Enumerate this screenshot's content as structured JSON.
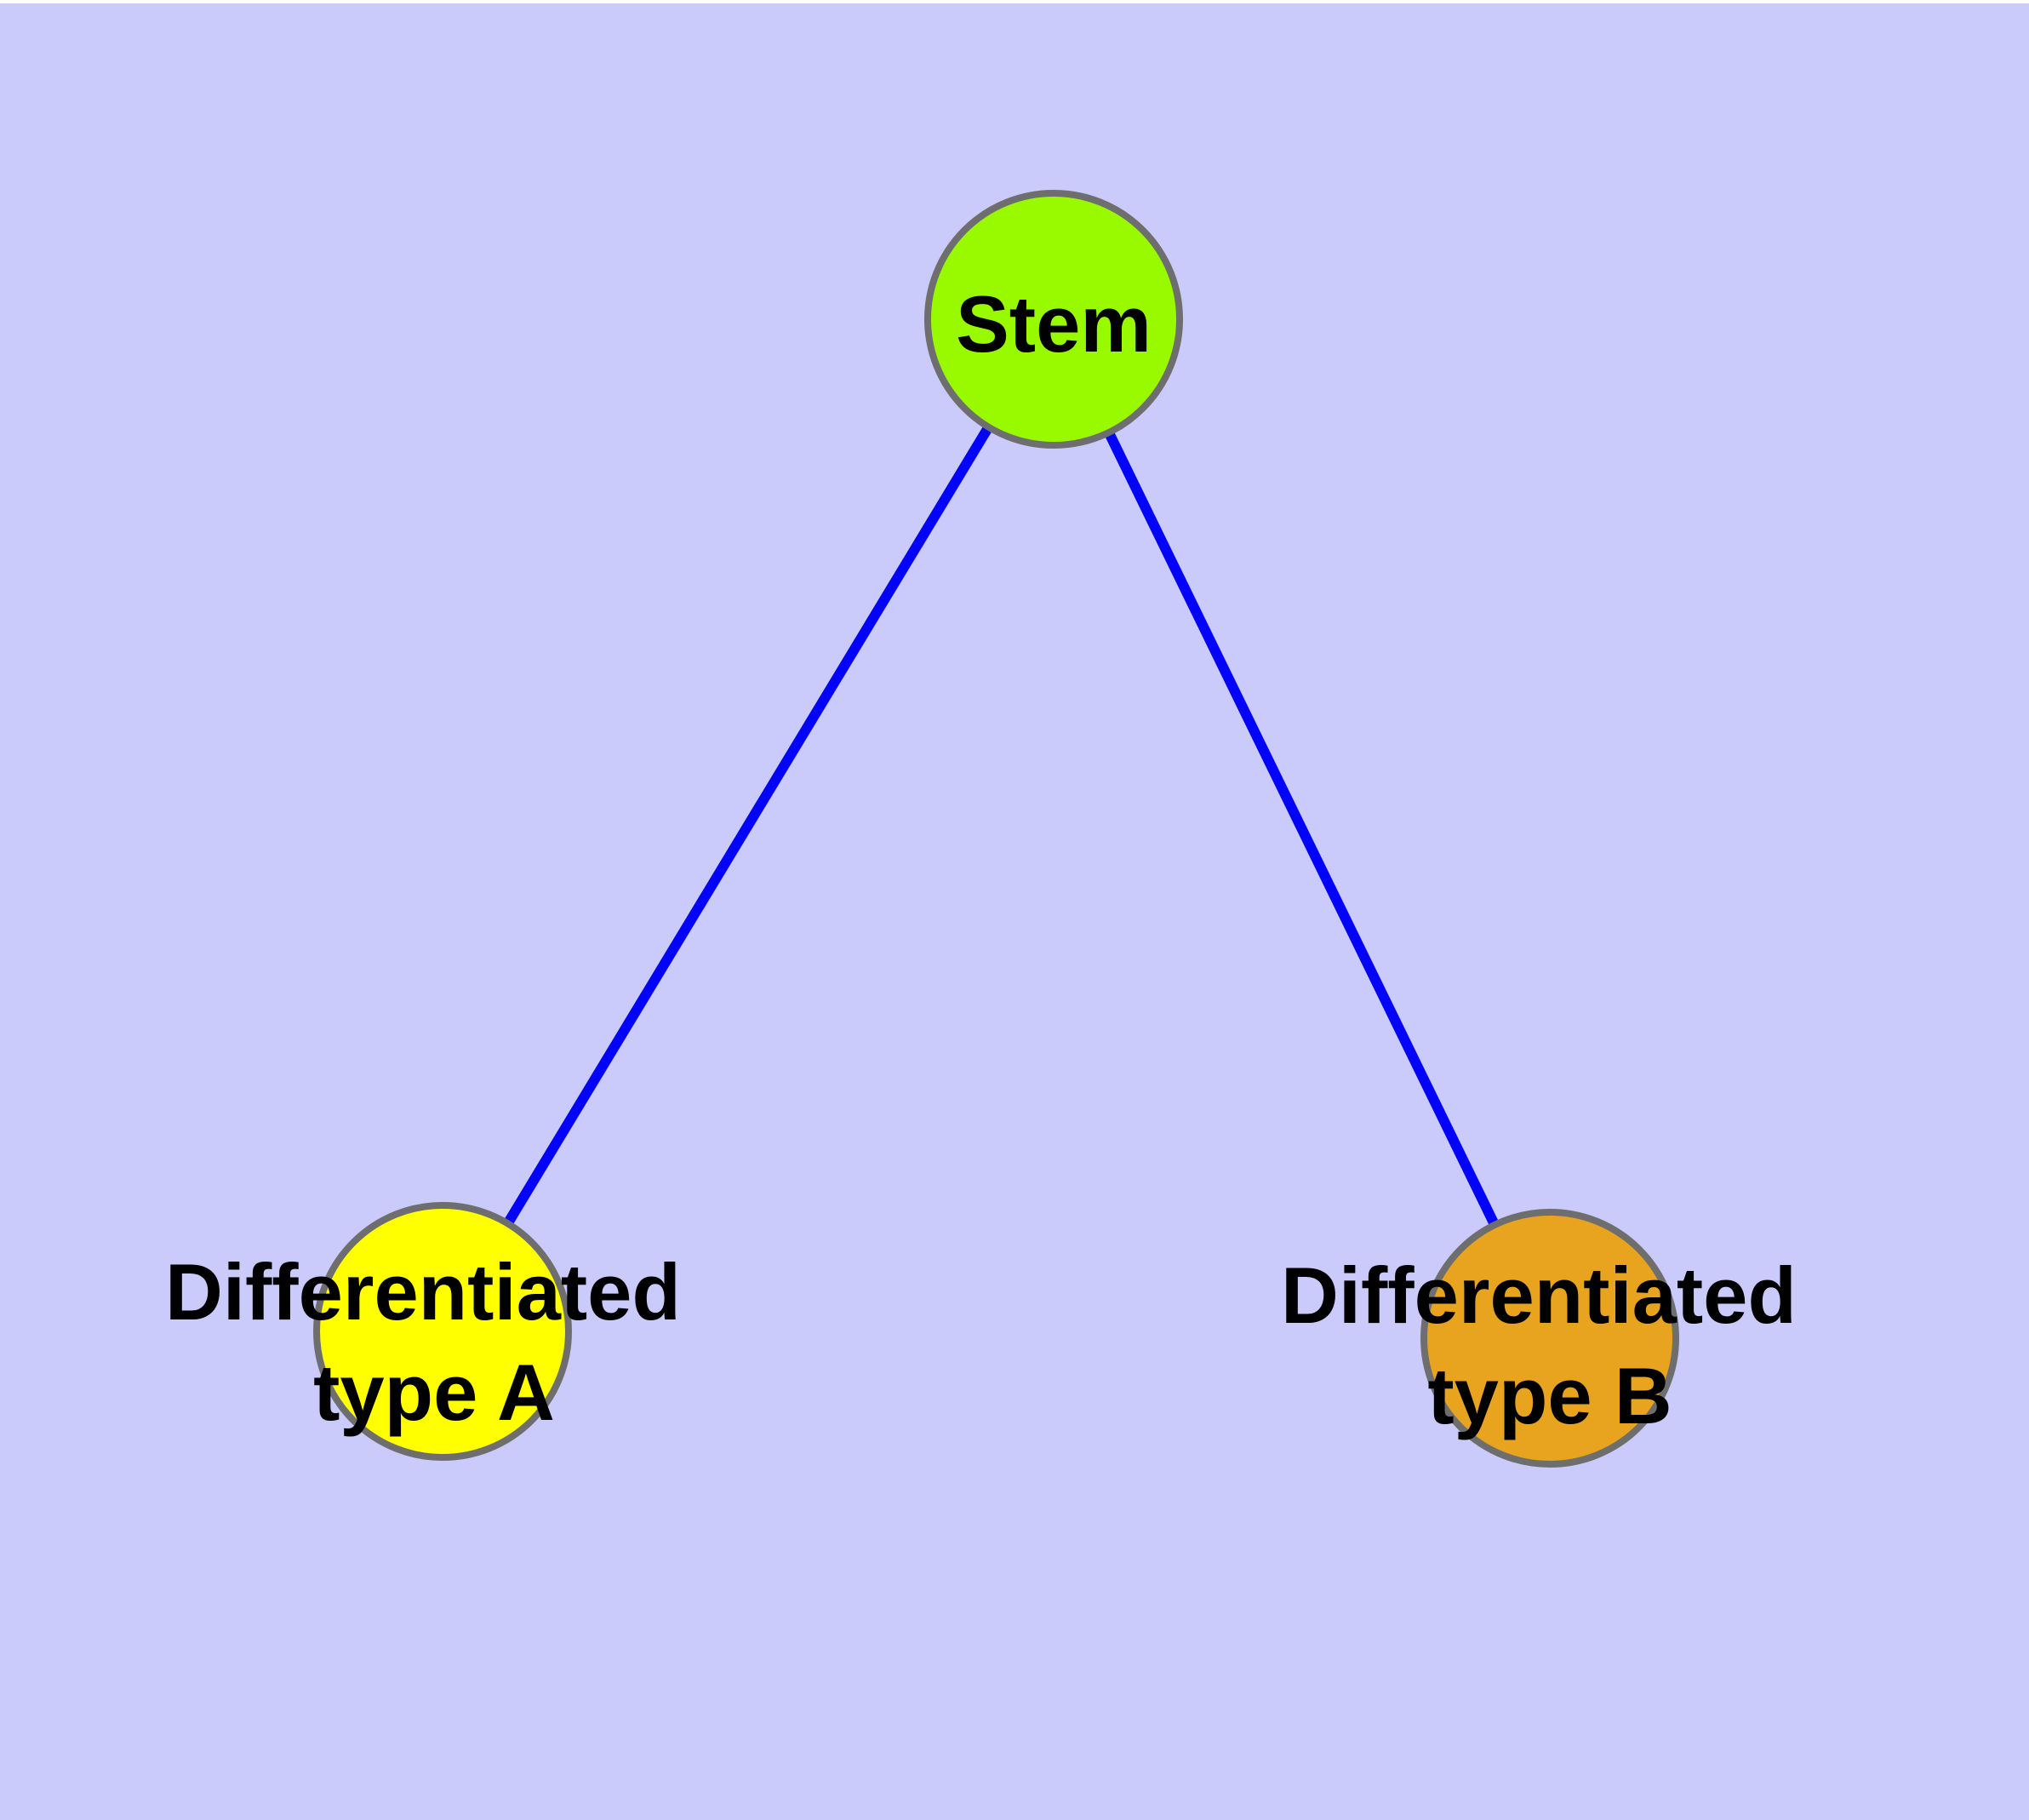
{
  "colors": {
    "background": "#CACAFB",
    "top_margin": "#FFFFFF",
    "node_border": "#6E6E6E",
    "edge": "#0303FB",
    "label_text": "#000000"
  },
  "nodes": [
    {
      "id": "stem",
      "label": "Stem",
      "label_line1": "Stem",
      "label_line2": "",
      "fill": "#99FA00"
    },
    {
      "id": "type-a",
      "label": "Differentiated type A",
      "label_line1": "Differentiated",
      "label_line2": "type A",
      "fill": "#FFFF00"
    },
    {
      "id": "type-b",
      "label": "Differentiated type B",
      "label_line1": "Differentiated",
      "label_line2": "type B",
      "fill": "#E8A41F"
    }
  ],
  "edges": [
    {
      "from": "Stem",
      "to": "Differentiated type A"
    },
    {
      "from": "Stem",
      "to": "Differentiated type B"
    }
  ]
}
